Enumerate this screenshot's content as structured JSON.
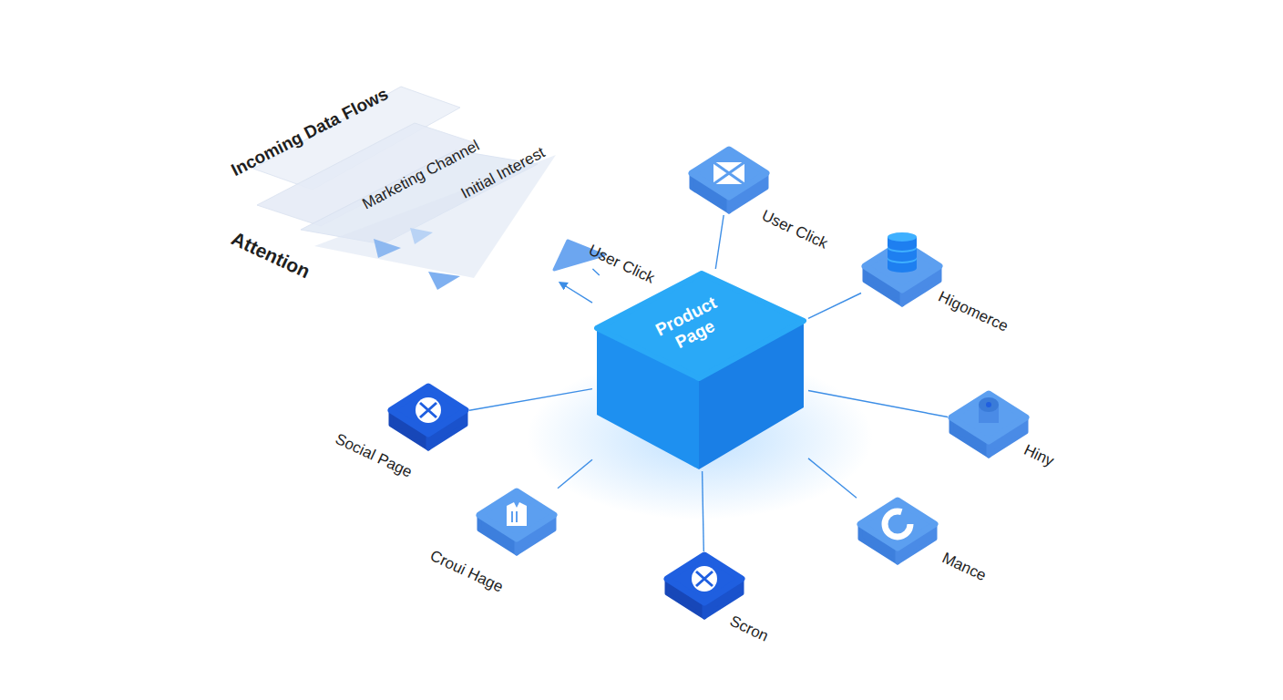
{
  "diagram": {
    "nodes": [
      {
        "text": [
          "Incoming Data Flows",
          "Marketing Channel",
          "Initial Interest",
          "Attention"
        ]
      },
      {
        "text": [
          "User Click"
        ]
      },
      {
        "text": [
          "User Click"
        ]
      },
      {
        "text": [
          "Product Page"
        ]
      },
      {
        "text": [
          "Higomerce"
        ]
      },
      {
        "text": [
          "Social Page"
        ]
      },
      {
        "text": [
          "Hiny"
        ]
      },
      {
        "text": [
          "Croui Hage"
        ]
      },
      {
        "text": [
          "Mance"
        ]
      },
      {
        "text": [
          "Scron"
        ]
      }
    ],
    "edges": [
      {
        "from": 3,
        "to": 0,
        "arrow": "to"
      },
      {
        "from": 3,
        "to": 2,
        "arrow": "none"
      },
      {
        "from": 3,
        "to": 1,
        "arrow": "none"
      },
      {
        "from": 3,
        "to": 4,
        "arrow": "none"
      },
      {
        "from": 3,
        "to": 5,
        "arrow": "none"
      },
      {
        "from": 3,
        "to": 6,
        "arrow": "none"
      },
      {
        "from": 3,
        "to": 7,
        "arrow": "none"
      },
      {
        "from": 3,
        "to": 8,
        "arrow": "none"
      },
      {
        "from": 3,
        "to": 9,
        "arrow": "none"
      }
    ]
  }
}
